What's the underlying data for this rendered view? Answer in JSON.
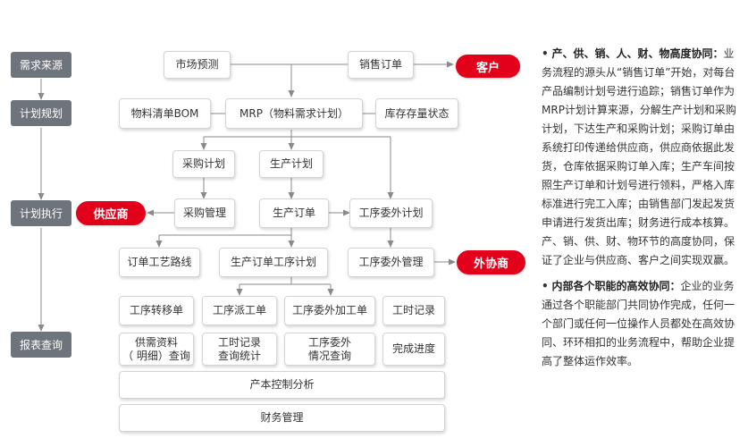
{
  "stages": {
    "demand": "需求来源",
    "plan": "计划规划",
    "execute": "计划执行",
    "report": "报表查询"
  },
  "nodes": {
    "market_forecast": "市场预测",
    "sales_order": "销售订单",
    "bom": "物料清单BOM",
    "mrp": "MRP（物料需求计划）",
    "inventory": "库存存量状态",
    "purchase_plan": "采购计划",
    "production_plan": "生产计划",
    "purchase_mgmt": "采购管理",
    "production_order": "生产订单",
    "outsource_plan": "工序委外计划",
    "order_routing": "订单工艺路线",
    "order_process_plan": "生产订单工序计划",
    "outsource_mgmt": "工序委外管理",
    "transfer_order": "工序转移单",
    "dispatch_order": "工序派工单",
    "outsource_process_order": "工序委外加工单",
    "time_record": "工时记录",
    "supply_demand_line1": "供需资料",
    "supply_demand_line2": "（ 明细）查询",
    "time_stats_line1": "工时记录",
    "time_stats_line2": "查询统计",
    "outsource_query_line1": "工序委外",
    "outsource_query_line2": "情况查询",
    "completion": "完成进度",
    "cost_analysis": "产本控制分析",
    "finance": "财务管理"
  },
  "parties": {
    "customer": "客户",
    "supplier": "供应商",
    "outsourcer": "外协商"
  },
  "side": {
    "p1_bullet": "•",
    "p1_title": "产、供、销、人、财、物高度协同：",
    "p1_body": "业务流程的源头从“销售订单”开始，对每台产品编制计划号进行追踪；销售订单作为MRP计划计算来源，分解生产计划和采购计划，下达生产和采购计划；采购订单由系统打印传递给供应商，供应商依据此发货，仓库依据采购订单入库；生产车间按照生产订单和计划号进行领料，严格入库标准进行完工入库；由销售部门发起发货申请进行发货出库；财务进行成本核算。产、销、供、财、物环节的高度协同，保证了企业与供应商、客户之间实现双赢。",
    "p2_bullet": "•",
    "p2_title": "内部各个职能的高效协同：",
    "p2_body": "企业的业务通过各个职能部门共同协作完成，任何一个部门或任何一位操作人员都处在高效协同、环环相扣的业务流程中，帮助企业提高了整体运作效率。"
  },
  "colors": {
    "stage_bg": "#6e747b",
    "accent_red": "#e3001b",
    "line": "#8a8a8a"
  }
}
